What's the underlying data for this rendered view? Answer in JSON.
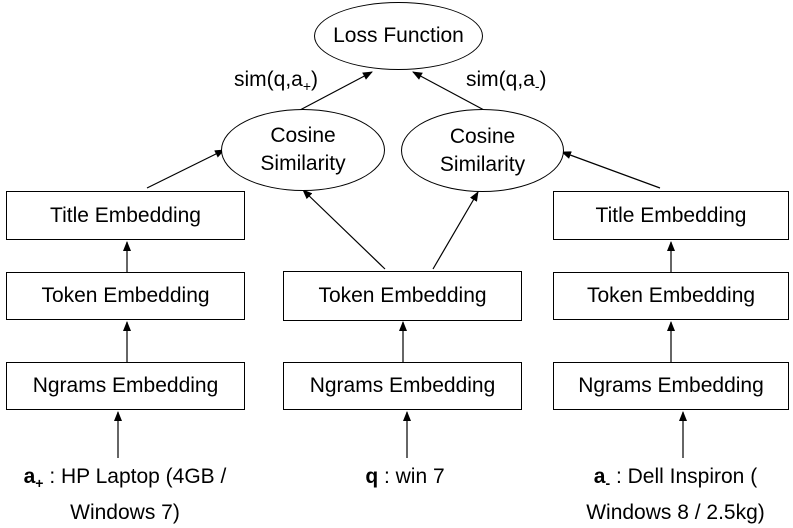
{
  "loss": {
    "label": "Loss Function"
  },
  "sim_labels": {
    "pos": {
      "prefix": "sim(q,a",
      "sub": "+",
      "suffix": ")"
    },
    "neg": {
      "prefix": "sim(q,a",
      "sub": "-",
      "suffix": ")"
    }
  },
  "cosine": {
    "left": {
      "line1": "Cosine",
      "line2": "Similarity"
    },
    "right": {
      "line1": "Cosine",
      "line2": "Similarity"
    }
  },
  "columns": {
    "left": {
      "title": "Title Embedding",
      "token": "Token Embedding",
      "ngrams": "Ngrams Embedding"
    },
    "center": {
      "token": "Token Embedding",
      "ngrams": "Ngrams Embedding"
    },
    "right": {
      "title": "Title Embedding",
      "token": "Token Embedding",
      "ngrams": "Ngrams Embedding"
    }
  },
  "inputs": {
    "pos": {
      "symbol": "a",
      "sub": "+",
      "line1": " : HP Laptop (4GB /",
      "line2": "Windows 7)"
    },
    "query": {
      "symbol": "q",
      "line1": " : win 7"
    },
    "neg": {
      "symbol": "a",
      "sub": "-",
      "line1": " : Dell Inspiron (",
      "line2": "Windows 8 / 2.5kg)"
    }
  }
}
